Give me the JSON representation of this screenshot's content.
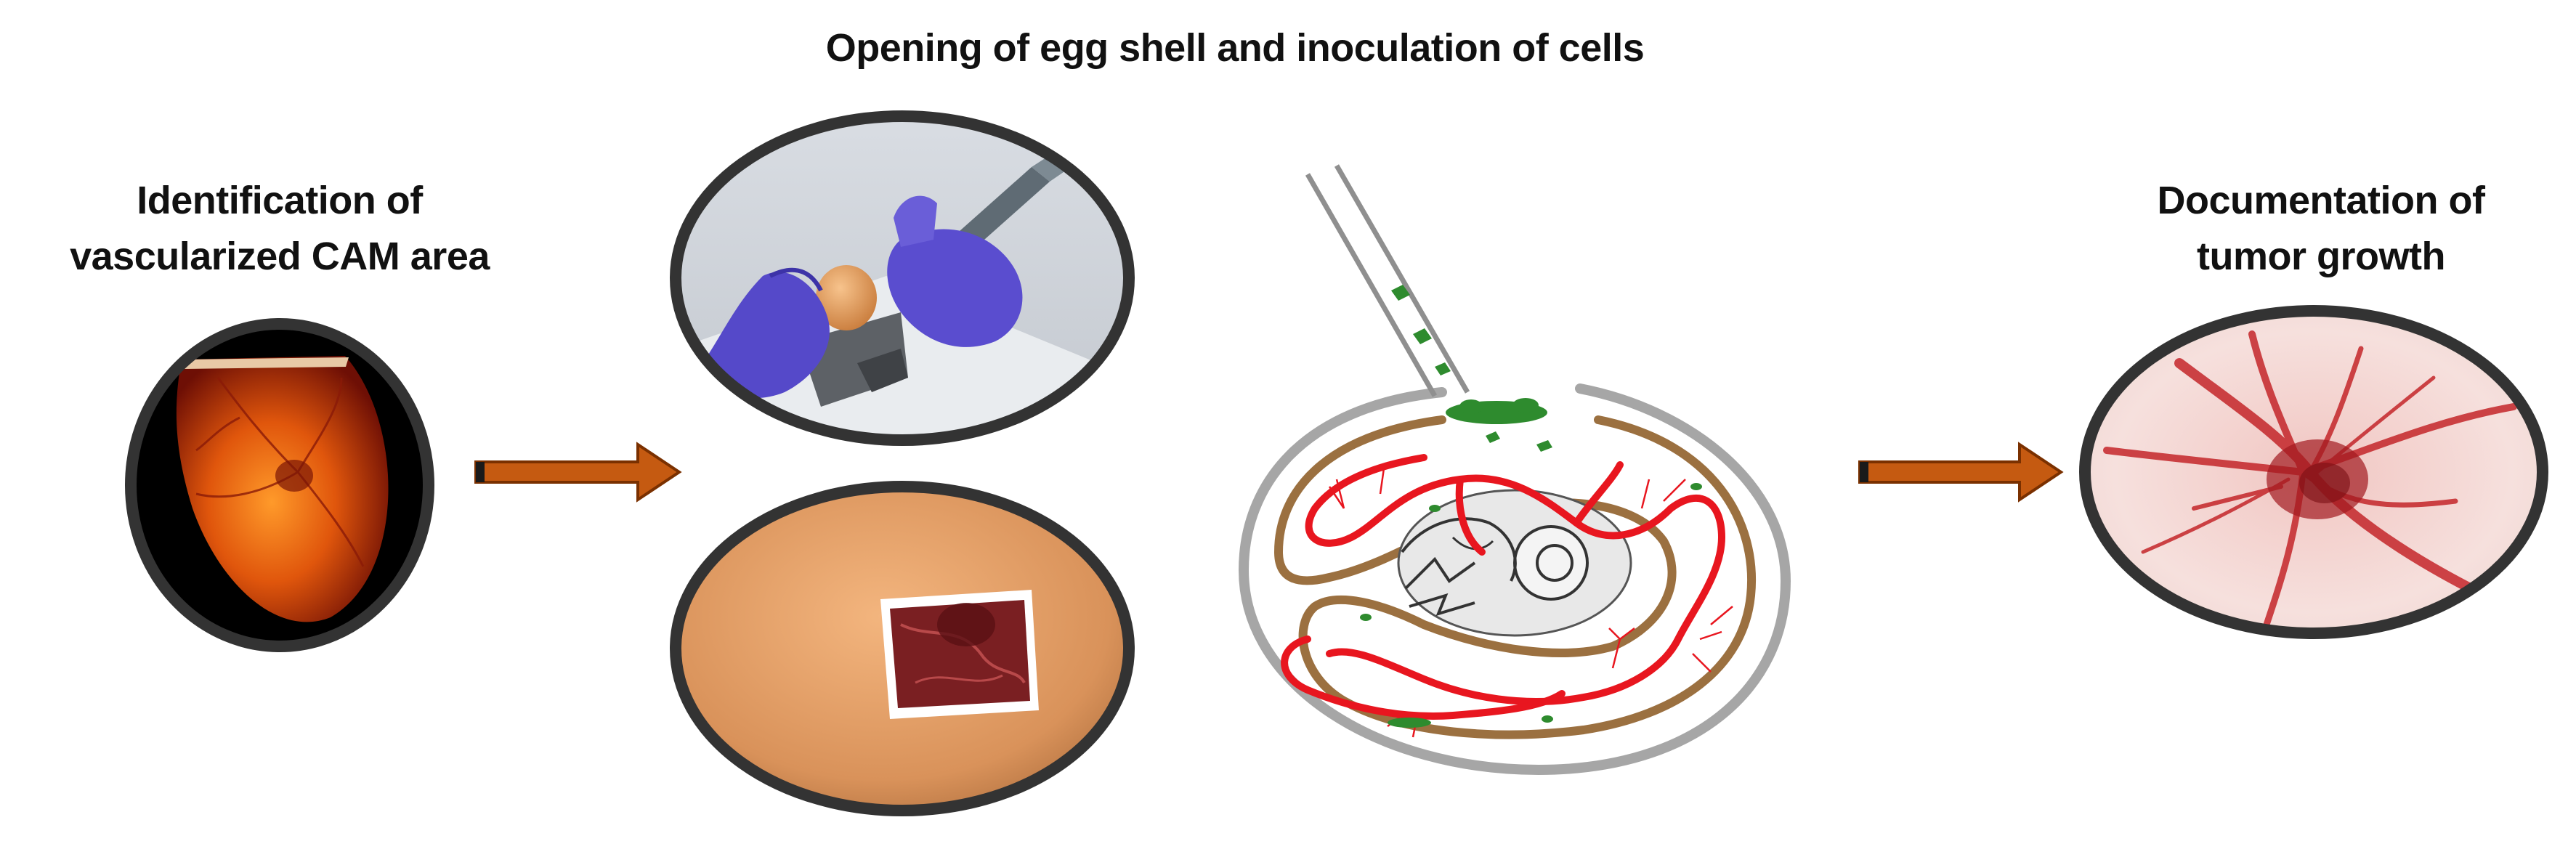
{
  "steps": {
    "identification": {
      "line1": "Identification of",
      "line2": "vascularized CAM area"
    },
    "opening": {
      "title": "Opening of egg shell and inoculation of cells"
    },
    "documentation": {
      "line1": "Documentation of",
      "line2": "tumor growth"
    }
  },
  "colors": {
    "arrow_fill": "#c55a11",
    "arrow_stroke": "#7a3000",
    "vessel": "#e8161f",
    "membrane": "#9b7040",
    "shell": "#a6a6a6",
    "cells": "#2e8b2e",
    "frame": "#3a3a3a"
  },
  "icons": [
    "egg-candling-photo",
    "drill-photo",
    "egg-window-photo",
    "egg-cross-section-diagram",
    "tumor-photo",
    "arrow-right-icon"
  ]
}
